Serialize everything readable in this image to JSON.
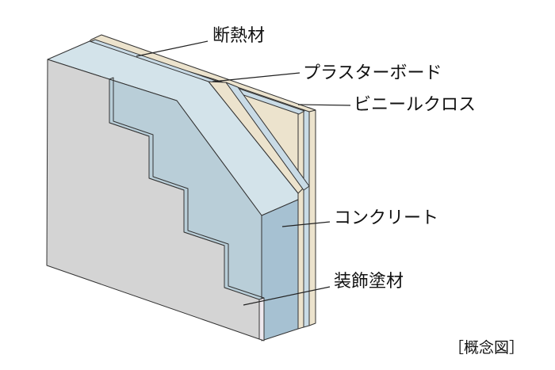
{
  "labels": {
    "insulation": "断熱材",
    "plasterboard": "プラスターボード",
    "vinyl_cloth": "ビニールクロス",
    "concrete": "コンクリート",
    "decorative_coating": "装飾塗材"
  },
  "caption": "［概念図］",
  "colors": {
    "coating": "#d4d4d4",
    "concrete_top": "#d3e3ea",
    "concrete_front": "#b9ced8",
    "concrete_side": "#a6c1d2",
    "board": "#ece3cd",
    "outline": "#333333"
  }
}
